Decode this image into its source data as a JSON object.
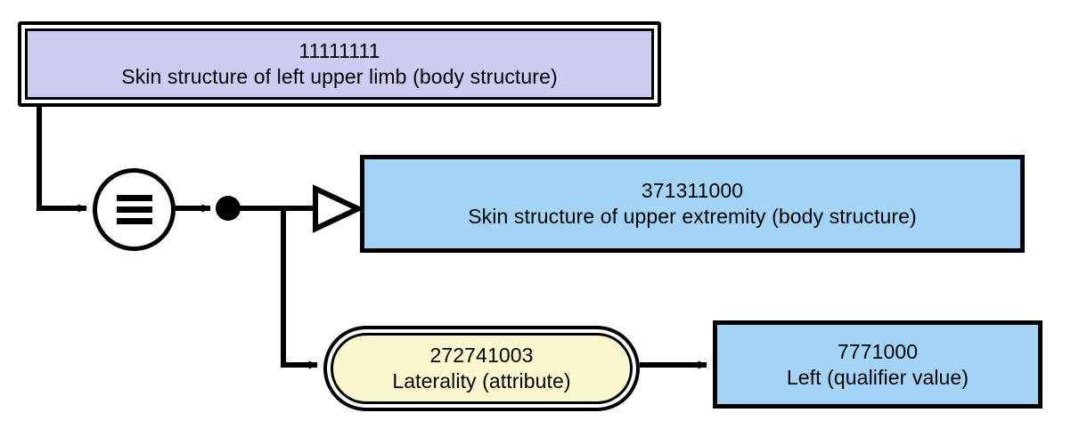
{
  "diagram": {
    "title": "SNOMED CT concept definition diagram",
    "colors": {
      "focus_concept_fill": "#ccccf2",
      "concept_fill": "#a3d4f7",
      "attribute_fill": "#fbf8d0",
      "line": "#000000",
      "background": "#ffffff"
    },
    "nodes": {
      "focus_concept": {
        "sctid": "11111111",
        "term": "Skin structure of left upper limb (body structure)",
        "shape": "double-rectangle",
        "role": "fully-defined-concept"
      },
      "definition_status": {
        "icon": "equivalent-to-icon",
        "label": "Equivalent to",
        "shape": "circle-three-bars"
      },
      "conjunction": {
        "icon": "conjunction-dot-icon",
        "label": "AND",
        "shape": "filled-circle"
      },
      "parent_concept": {
        "sctid": "371311000",
        "term": "Skin structure of upper extremity (body structure)",
        "shape": "rectangle",
        "role": "supertype-parent"
      },
      "attribute": {
        "sctid": "272741003",
        "term": "Laterality (attribute)",
        "shape": "double-stadium",
        "role": "attribute"
      },
      "attribute_value": {
        "sctid": "7771000",
        "term": "Left (qualifier value)",
        "shape": "rectangle",
        "role": "qualifier-value"
      }
    },
    "edges": {
      "focus_to_defstatus": "definition-status-edge",
      "defstatus_to_conjunction": "conjunction-edge",
      "conjunction_to_parent": "is-a-edge",
      "conjunction_to_attribute": "attribute-group-edge",
      "attribute_to_value": "attribute-value-edge"
    }
  }
}
